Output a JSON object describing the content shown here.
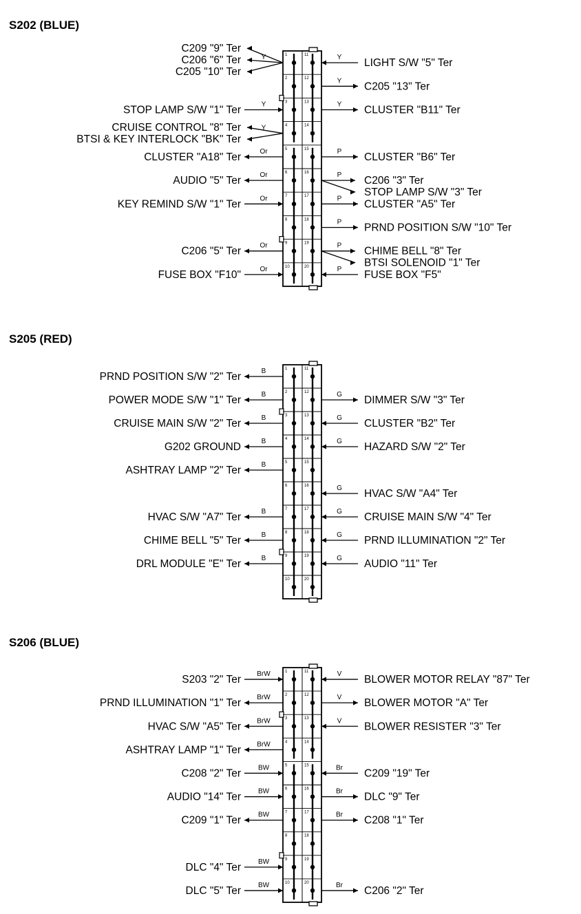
{
  "sections": [
    {
      "title": "S202 (BLUE)",
      "left": [
        {
          "pin": 1,
          "labels": [
            "C209 \"9\" Ter",
            "C206 \"6\" Ter",
            "C205 \"10\" Ter"
          ],
          "color": "Y",
          "dir": "out",
          "fan": true
        },
        {
          "pin": 3,
          "labels": [
            "STOP LAMP S/W \"1\" Ter"
          ],
          "color": "Y",
          "dir": "in"
        },
        {
          "pin": 4,
          "labels": [
            "CRUISE CONTROL \"8\" Ter",
            "BTSI & KEY INTERLOCK \"BK\" Ter"
          ],
          "color": "Y",
          "dir": "out",
          "fan": true
        },
        {
          "pin": 5,
          "labels": [
            "CLUSTER \"A18\" Ter"
          ],
          "color": "Or",
          "dir": "out"
        },
        {
          "pin": 6,
          "labels": [
            "AUDIO \"5\" Ter"
          ],
          "color": "Or",
          "dir": "out"
        },
        {
          "pin": 7,
          "labels": [
            "KEY REMIND S/W \"1\" Ter"
          ],
          "color": "Or",
          "dir": "in"
        },
        {
          "pin": 9,
          "labels": [
            "C206 \"5\" Ter"
          ],
          "color": "Or",
          "dir": "out"
        },
        {
          "pin": 10,
          "labels": [
            "FUSE BOX \"F10\""
          ],
          "color": "Or",
          "dir": "in"
        }
      ],
      "right": [
        {
          "pin": 11,
          "labels": [
            "LIGHT S/W \"5\" Ter"
          ],
          "color": "Y",
          "dir": "in"
        },
        {
          "pin": 12,
          "labels": [
            "C205 \"13\" Ter"
          ],
          "color": "Y",
          "dir": "out"
        },
        {
          "pin": 13,
          "labels": [
            "CLUSTER \"B11\" Ter"
          ],
          "color": "Y",
          "dir": "out"
        },
        {
          "pin": 15,
          "labels": [
            "CLUSTER \"B6\" Ter"
          ],
          "color": "P",
          "dir": "out"
        },
        {
          "pin": 16,
          "labels": [
            "C206 \"3\" Ter",
            "STOP LAMP S/W \"3\" Ter"
          ],
          "color": "P",
          "dir": "out",
          "fan": true
        },
        {
          "pin": 17,
          "labels": [
            "CLUSTER \"A5\" Ter"
          ],
          "color": "P",
          "dir": "out"
        },
        {
          "pin": 18,
          "labels": [
            "PRND POSITION S/W \"10\" Ter"
          ],
          "color": "P",
          "dir": "out"
        },
        {
          "pin": 19,
          "labels": [
            "CHIME BELL \"8\" Ter",
            "BTSI SOLENOID \"1\" Ter"
          ],
          "color": "P",
          "dir": "out",
          "fan": true
        },
        {
          "pin": 20,
          "labels": [
            "FUSE BOX \"F5\""
          ],
          "color": "P",
          "dir": "in"
        }
      ]
    },
    {
      "title": "S205 (RED)",
      "left": [
        {
          "pin": 1,
          "labels": [
            "PRND POSITION S/W \"2\" Ter"
          ],
          "color": "B",
          "dir": "out"
        },
        {
          "pin": 2,
          "labels": [
            "POWER MODE S/W \"1\" Ter"
          ],
          "color": "B",
          "dir": "out"
        },
        {
          "pin": 3,
          "labels": [
            "CRUISE MAIN S/W \"2\" Ter"
          ],
          "color": "B",
          "dir": "out"
        },
        {
          "pin": 4,
          "labels": [
            "G202 GROUND"
          ],
          "color": "B",
          "dir": "out"
        },
        {
          "pin": 5,
          "labels": [
            "ASHTRAY LAMP \"2\" Ter"
          ],
          "color": "B",
          "dir": "out"
        },
        {
          "pin": 7,
          "labels": [
            "HVAC S/W \"A7\" Ter"
          ],
          "color": "B",
          "dir": "out"
        },
        {
          "pin": 8,
          "labels": [
            "CHIME BELL \"5\" Ter"
          ],
          "color": "B",
          "dir": "out"
        },
        {
          "pin": 9,
          "labels": [
            "DRL MODULE \"E\" Ter"
          ],
          "color": "B",
          "dir": "out"
        }
      ],
      "right": [
        {
          "pin": 12,
          "labels": [
            "DIMMER S/W \"3\" Ter"
          ],
          "color": "G",
          "dir": "out"
        },
        {
          "pin": 13,
          "labels": [
            "CLUSTER \"B2\" Ter"
          ],
          "color": "G",
          "dir": "in"
        },
        {
          "pin": 14,
          "labels": [
            "HAZARD S/W \"2\" Ter"
          ],
          "color": "G",
          "dir": "in"
        },
        {
          "pin": 16,
          "labels": [
            "HVAC S/W \"A4\" Ter"
          ],
          "color": "G",
          "dir": "in"
        },
        {
          "pin": 17,
          "labels": [
            "CRUISE MAIN S/W \"4\" Ter"
          ],
          "color": "G",
          "dir": "in"
        },
        {
          "pin": 18,
          "labels": [
            "PRND ILLUMINATION \"2\" Ter"
          ],
          "color": "G",
          "dir": "in"
        },
        {
          "pin": 19,
          "labels": [
            "AUDIO \"11\" Ter"
          ],
          "color": "G",
          "dir": "in"
        }
      ]
    },
    {
      "title": "S206 (BLUE)",
      "left": [
        {
          "pin": 1,
          "labels": [
            "S203 \"2\" Ter"
          ],
          "color": "BrW",
          "dir": "in"
        },
        {
          "pin": 2,
          "labels": [
            "PRND ILLUMINATION \"1\" Ter"
          ],
          "color": "BrW",
          "dir": "out"
        },
        {
          "pin": 3,
          "labels": [
            "HVAC S/W \"A5\" Ter"
          ],
          "color": "BrW",
          "dir": "out"
        },
        {
          "pin": 4,
          "labels": [
            "ASHTRAY LAMP \"1\" Ter"
          ],
          "color": "BrW",
          "dir": "out"
        },
        {
          "pin": 5,
          "labels": [
            "C208 \"2\" Ter"
          ],
          "color": "BW",
          "dir": "in"
        },
        {
          "pin": 6,
          "labels": [
            "AUDIO \"14\" Ter"
          ],
          "color": "BW",
          "dir": "in"
        },
        {
          "pin": 7,
          "labels": [
            "C209 \"1\" Ter"
          ],
          "color": "BW",
          "dir": "out"
        },
        {
          "pin": 9,
          "labels": [
            "DLC \"4\" Ter"
          ],
          "color": "BW",
          "dir": "in"
        },
        {
          "pin": 10,
          "labels": [
            "DLC \"5\" Ter"
          ],
          "color": "BW",
          "dir": "in"
        }
      ],
      "right": [
        {
          "pin": 11,
          "labels": [
            "BLOWER MOTOR RELAY \"87\" Ter"
          ],
          "color": "V",
          "dir": "in"
        },
        {
          "pin": 12,
          "labels": [
            "BLOWER MOTOR \"A\" Ter"
          ],
          "color": "V",
          "dir": "out"
        },
        {
          "pin": 13,
          "labels": [
            "BLOWER RESISTER \"3\" Ter"
          ],
          "color": "V",
          "dir": "in"
        },
        {
          "pin": 15,
          "labels": [
            "C209 \"19\" Ter"
          ],
          "color": "Br",
          "dir": "in"
        },
        {
          "pin": 16,
          "labels": [
            "DLC \"9\" Ter"
          ],
          "color": "Br",
          "dir": "out"
        },
        {
          "pin": 17,
          "labels": [
            "C208 \"1\" Ter"
          ],
          "color": "Br",
          "dir": "out"
        },
        {
          "pin": 20,
          "labels": [
            "C206 \"2\" Ter"
          ],
          "color": "Br",
          "dir": "out"
        }
      ]
    }
  ]
}
